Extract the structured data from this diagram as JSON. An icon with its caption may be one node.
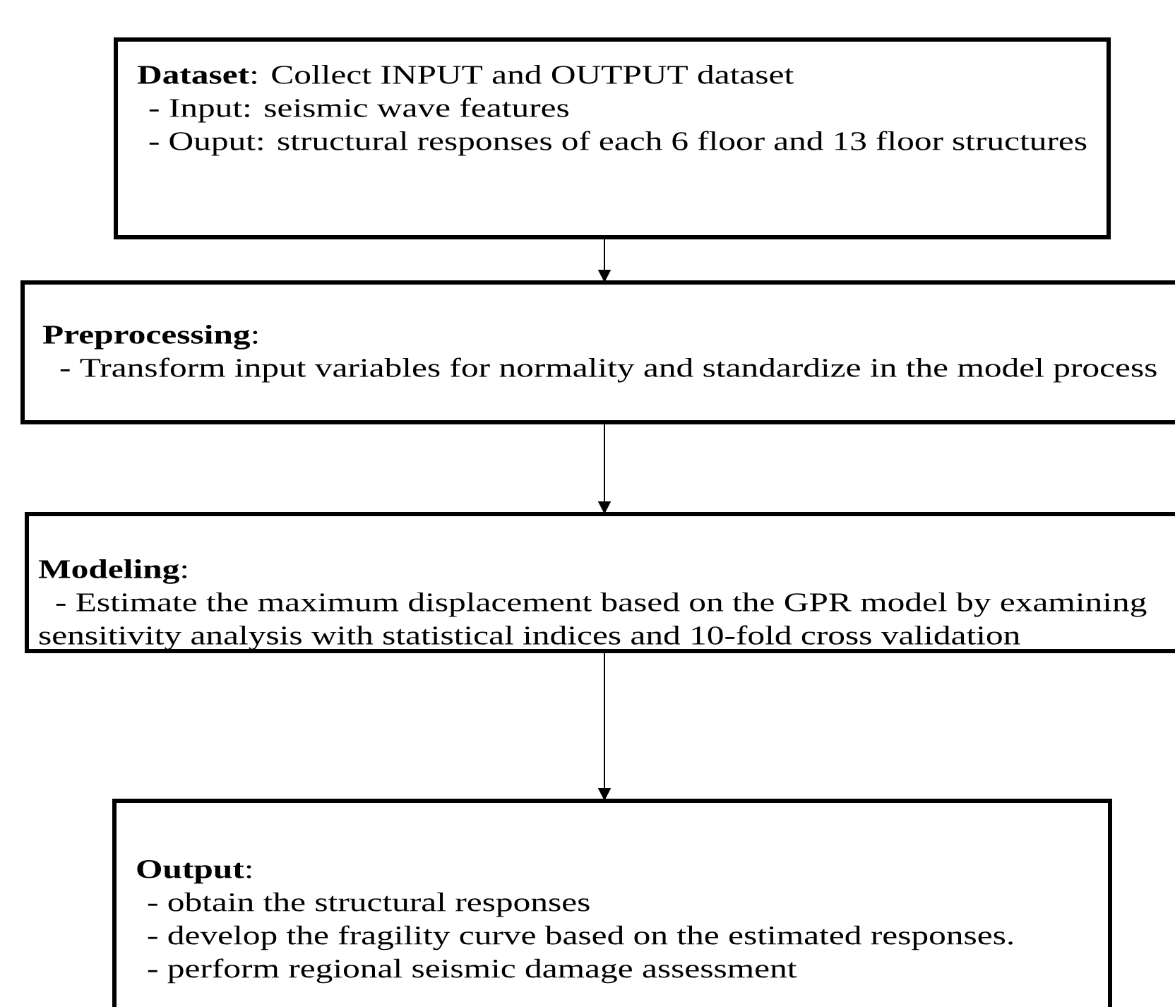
{
  "diagram": {
    "nodes": [
      {
        "text": [
          "**Dataset**: Collect INPUT and OUTPUT dataset",
          "- Input: seismic wave features",
          "- Ouput: structural responses of each 6 floor and 13 floor structures"
        ]
      },
      {
        "text": [
          "**Preprocessing**:",
          "- Transform input variables for normality and standardize in the model process"
        ]
      },
      {
        "text": [
          "**Modeling**:",
          "- Estimate the maximum displacement based on the GPR model by examining sensitivity analysis with statistical indices and 10-fold cross validation"
        ]
      },
      {
        "text": [
          "**Output**:",
          "- obtain the structural responses",
          "- develop the fragility curve based on the estimated responses.",
          "- perform regional seismic damage assessment"
        ]
      }
    ],
    "edges": [
      {
        "from": 0,
        "to": 1,
        "arrow": "to"
      },
      {
        "from": 1,
        "to": 2,
        "arrow": "to"
      },
      {
        "from": 2,
        "to": 3,
        "arrow": "to"
      }
    ]
  }
}
